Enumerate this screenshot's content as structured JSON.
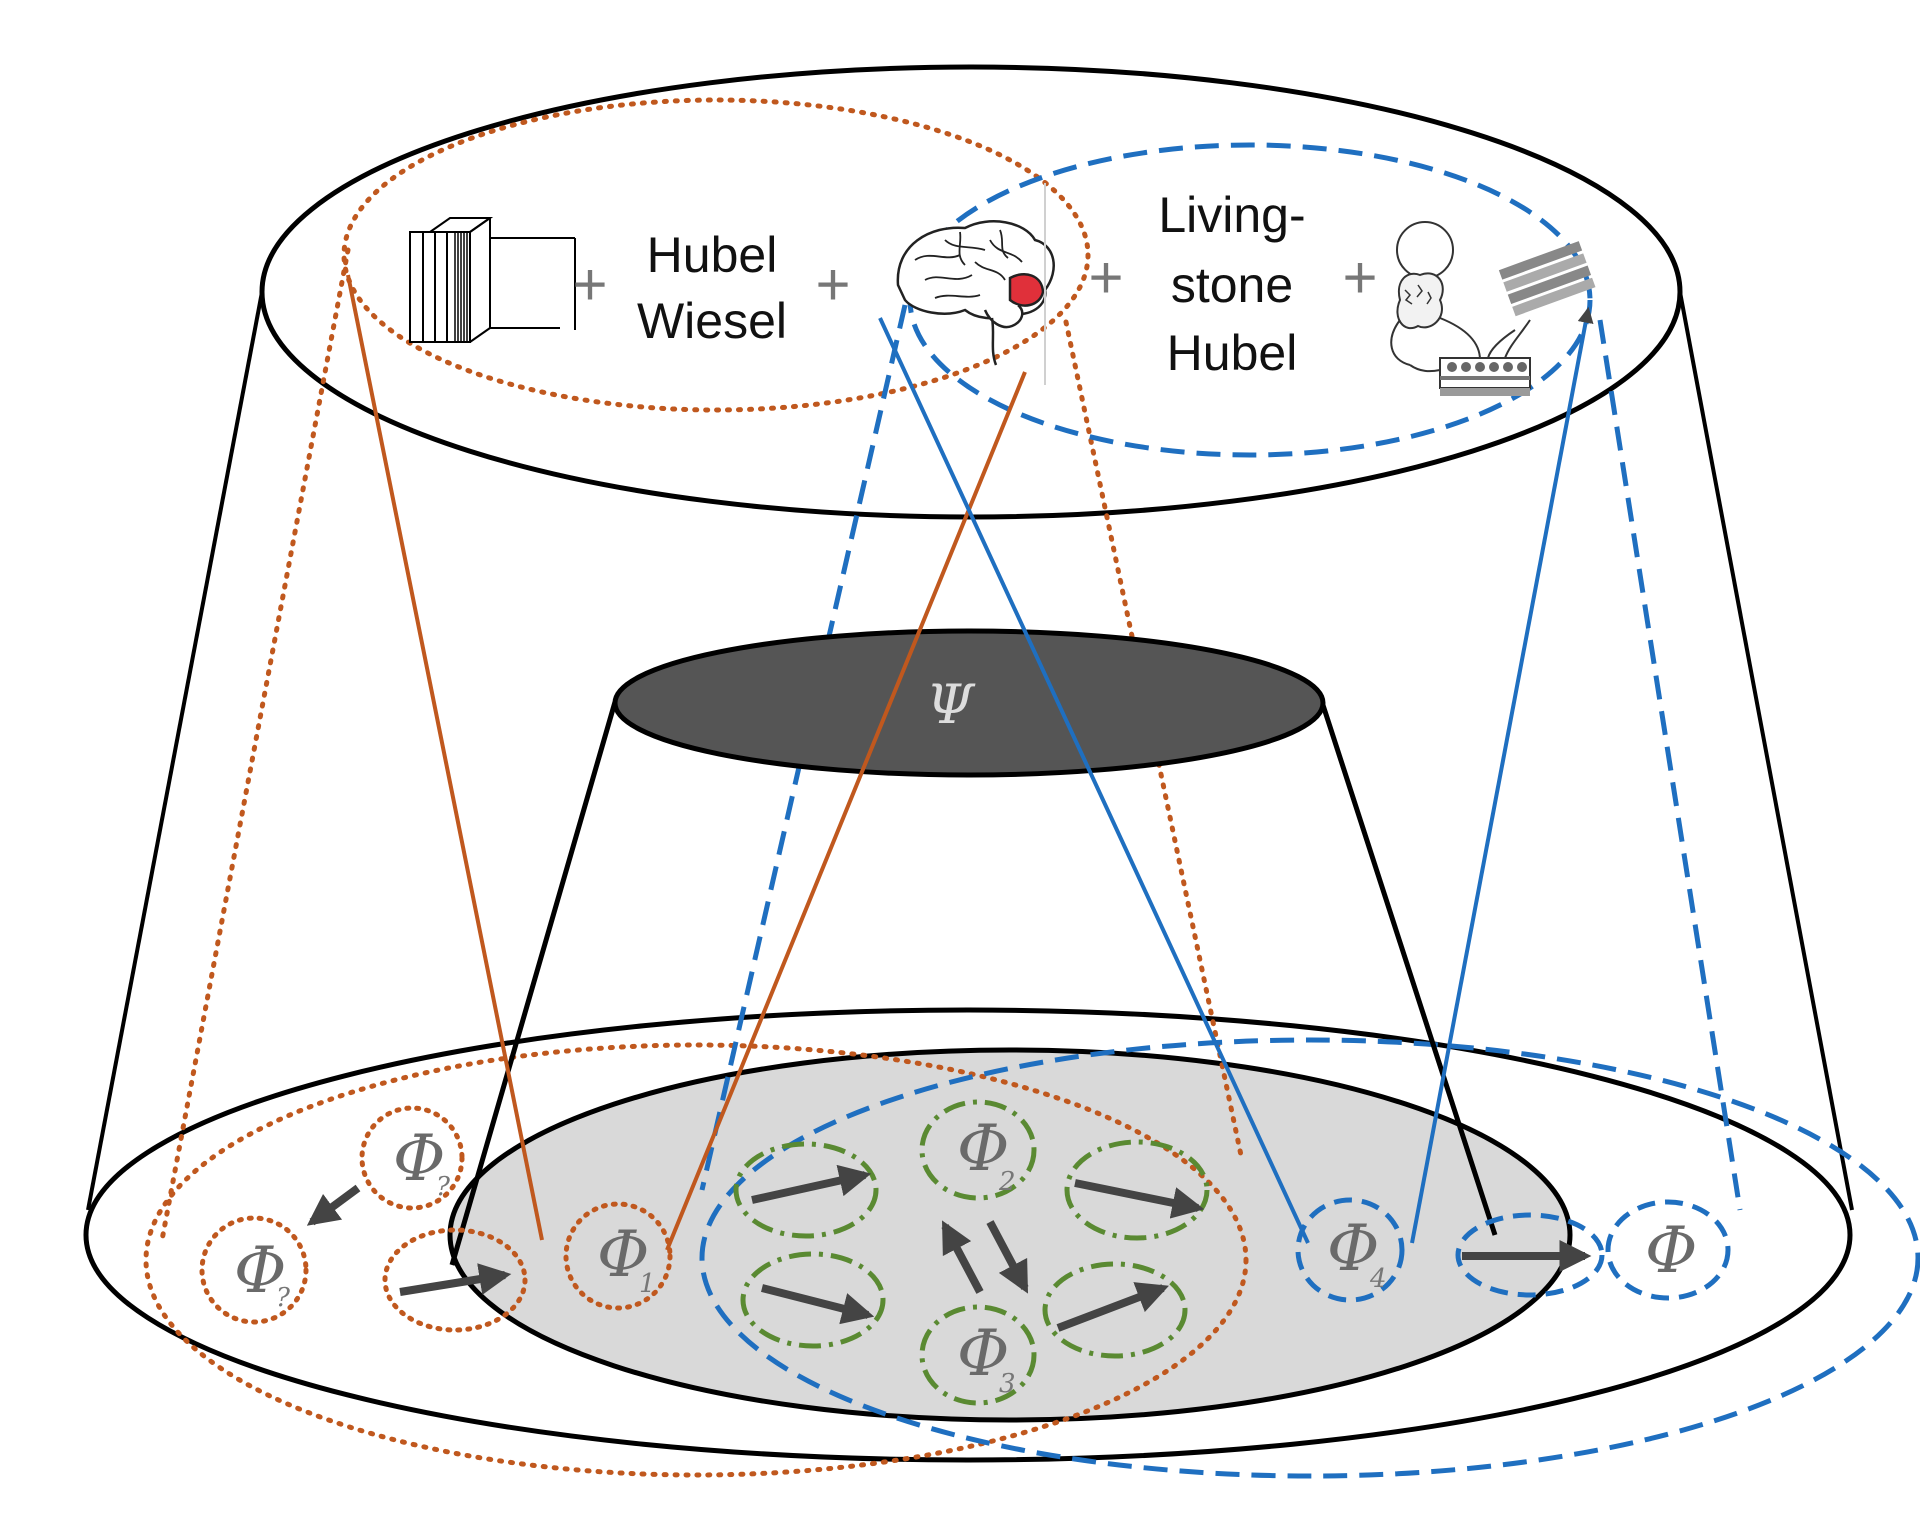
{
  "diagram": {
    "top_items": {
      "plus_signs": [
        "+",
        "+",
        "+",
        "+"
      ],
      "ref1_line1": "Hubel",
      "ref1_line2": "Wiesel",
      "ref2_line1": "Living-",
      "ref2_line2": "stone",
      "ref2_line3": "Hubel"
    },
    "psi_label": "Ψ",
    "phi_symbol": "Φ",
    "phi_nodes": [
      {
        "id": "phi-q-upper",
        "sub": "?"
      },
      {
        "id": "phi-q-lower",
        "sub": "?"
      },
      {
        "id": "phi-1",
        "sub": "1"
      },
      {
        "id": "phi-2",
        "sub": "2"
      },
      {
        "id": "phi-3",
        "sub": "3"
      },
      {
        "id": "phi-4",
        "sub": "4"
      },
      {
        "id": "phi-right",
        "sub": ""
      }
    ],
    "colors": {
      "orange": "#c0581e",
      "blue": "#1f6fc0",
      "green": "#5a8a32",
      "black": "#000000",
      "arrow": "#444444",
      "inner_disk": "#d9d9d9",
      "psi_disk": "#555555",
      "symbol": "#6a6a6a",
      "brain_highlight": "#e0303a"
    }
  }
}
